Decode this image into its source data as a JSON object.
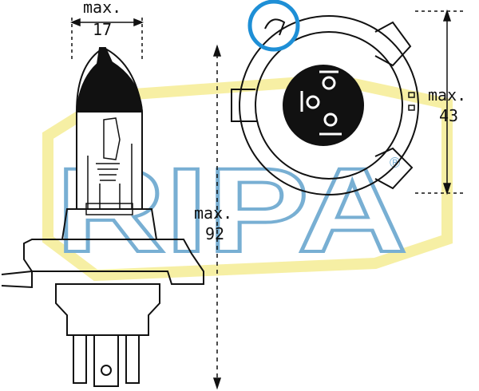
{
  "logo": {
    "text": "RIPA",
    "registered_mark": "®",
    "colors": {
      "fill": "#ffffff",
      "outline": "#0b6fb0",
      "ring": "#f5e96a"
    }
  },
  "dimensions": {
    "base_width": {
      "label": "max.",
      "value": "17"
    },
    "height": {
      "label": "max.",
      "value": "92"
    },
    "flange_diameter": {
      "label": "max.",
      "value": "43"
    }
  },
  "highlight": {
    "color": "#1e8fd6",
    "icon": "circle-highlight"
  },
  "colors": {
    "line": "#111111",
    "background": "#ffffff"
  }
}
